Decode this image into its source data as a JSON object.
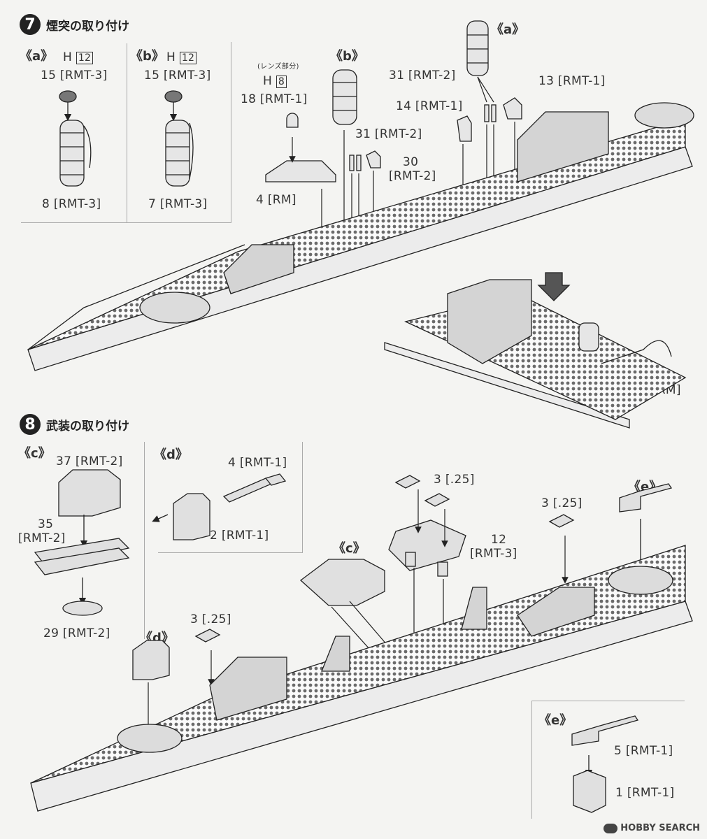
{
  "step7": {
    "number": "7",
    "title": "煙突の取り付け",
    "panel_a": {
      "tag": "《a》",
      "h_label": "H",
      "h_num": "12",
      "part_top": "15 [RMT-3]",
      "part_bottom": "8 [RMT-3]"
    },
    "panel_b": {
      "tag": "《b》",
      "h_label": "H",
      "h_num": "12",
      "part_top": "15 [RMT-3]",
      "part_bottom": "7 [RMT-3]"
    },
    "lens_note": "(レンズ部分)",
    "lens_h_label": "H",
    "lens_h_num": "8",
    "part_18": "18 [RMT-1]",
    "part_4rm": "4 [RM]",
    "tag_b": "《b》",
    "part_31a": "31 [RMT-2]",
    "part_30a": "30",
    "part_30b": "[RMT-2]",
    "tag_a": "《a》",
    "part_31b": "31 [RMT-2]",
    "part_14": "14 [RMT-1]",
    "part_13": "13 [RMT-1]",
    "part_3rm": "3 [RM]"
  },
  "step8": {
    "number": "8",
    "title": "武装の取り付け",
    "panel_c": {
      "tag": "《c》",
      "part_37": "37 [RMT-2]",
      "part_35a": "35",
      "part_35b": "[RMT-2]",
      "part_29": "29 [RMT-2]"
    },
    "panel_d": {
      "tag": "《d》",
      "part_4": "4 [RMT-1]",
      "part_2": "2 [RMT-1]"
    },
    "part_3_25_a": "3 [.25]",
    "part_3_25_b": "3 [.25]",
    "part_3_25_c": "3 [.25]",
    "part_12a": "12",
    "part_12b": "[RMT-3]",
    "tag_c": "《c》",
    "tag_d": "《d》",
    "tag_e": "《e》",
    "panel_e": {
      "tag": "《e》",
      "part_5": "5 [RMT-1]",
      "part_1": "1 [RMT-1]"
    }
  },
  "watermark": "HOBBY SEARCH"
}
